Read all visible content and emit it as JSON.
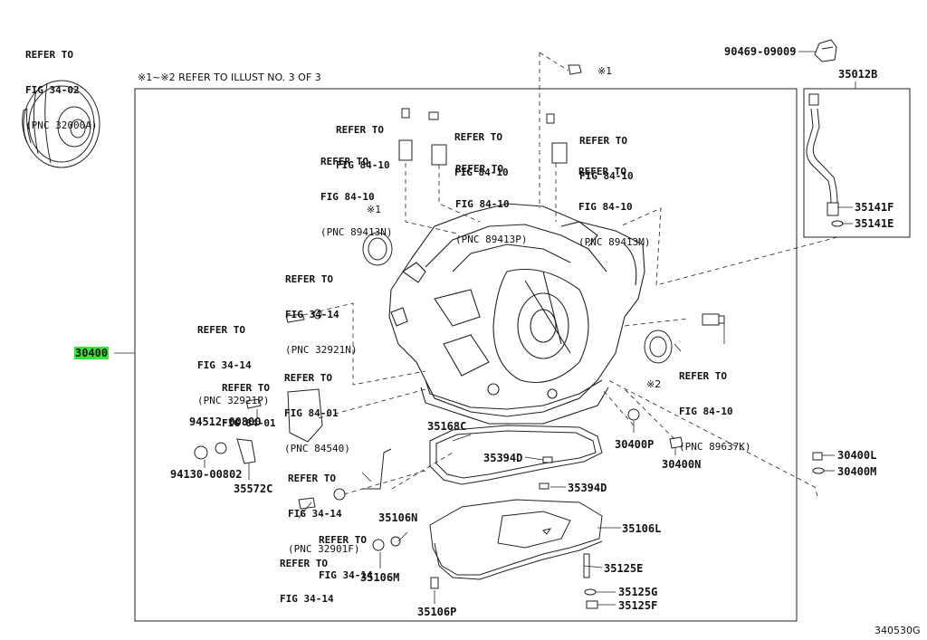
{
  "diagram_code": "340530G",
  "note": "※1~※2 REFER TO ILLUST NO. 3 OF 3",
  "refs": [
    {
      "id": "ref-fig34-02",
      "lines": [
        "REFER TO",
        "FIG 34-02"
      ],
      "pnc": "(PNC 32000A)"
    },
    {
      "id": "ref-fig84-10-a",
      "lines": [
        "REFER TO",
        "FIG 84-10"
      ],
      "pnc": ""
    },
    {
      "id": "ref-fig84-10-b",
      "lines": [
        "REFER TO",
        "FIG 84-10"
      ],
      "pnc": "(PNC 89413N)"
    },
    {
      "id": "ref-fig84-10-c",
      "lines": [
        "REFER TO",
        "FIG 84-10"
      ],
      "pnc": ""
    },
    {
      "id": "ref-fig84-10-d",
      "lines": [
        "REFER TO",
        "FIG 84-10"
      ],
      "pnc": "(PNC 89413P)"
    },
    {
      "id": "ref-fig84-10-e",
      "lines": [
        "REFER TO",
        "FIG 84-10"
      ],
      "pnc": ""
    },
    {
      "id": "ref-fig84-10-f",
      "lines": [
        "REFER TO",
        "FIG 84-10"
      ],
      "pnc": "(PNC 89413M)"
    },
    {
      "id": "ref-fig34-14-a",
      "lines": [
        "REFER TO",
        "FIG 34-14"
      ],
      "pnc": "(PNC 32921N)"
    },
    {
      "id": "ref-fig34-14-b",
      "lines": [
        "REFER TO",
        "FIG 34-14"
      ],
      "pnc": "(PNC 32921P)"
    },
    {
      "id": "ref-fig84-01-a",
      "lines": [
        "REFER TO",
        "FIG 84-01"
      ],
      "pnc": "(PNC 84540)"
    },
    {
      "id": "ref-fig84-01-b",
      "lines": [
        "REFER TO",
        "FIG 84-01"
      ],
      "pnc": ""
    },
    {
      "id": "ref-fig84-10-g",
      "lines": [
        "REFER TO",
        "FIG 84-10"
      ],
      "pnc": "(PNC 89637K)"
    },
    {
      "id": "ref-fig34-14-c",
      "lines": [
        "REFER TO",
        "FIG 34-14"
      ],
      "pnc": "(PNC 32901F)"
    },
    {
      "id": "ref-fig34-14-d",
      "lines": [
        "REFER TO",
        "FIG 34-14"
      ],
      "pnc": ""
    },
    {
      "id": "ref-fig34-14-e",
      "lines": [
        "REFER TO",
        "FIG 34-14"
      ],
      "pnc": ""
    }
  ],
  "parts": {
    "p30400": "30400",
    "p90469": "90469-09009",
    "p35012B": "35012B",
    "p35141F": "35141F",
    "p35141E": "35141E",
    "p94512": "94512-00800",
    "p94130": "94130-00802",
    "p35572C": "35572C",
    "p35168C": "35168C",
    "p35394D_a": "35394D",
    "p35394D_b": "35394D",
    "p30400P": "30400P",
    "p30400N": "30400N",
    "p30400L": "30400L",
    "p30400M": "30400M",
    "p35106N": "35106N",
    "p35106L": "35106L",
    "p35106M": "35106M",
    "p35125E": "35125E",
    "p35125G": "35125G",
    "p35125F": "35125F",
    "p35106P": "35106P"
  },
  "markers": {
    "m1_top": "※1",
    "m1_seal": "※1",
    "m2_seal": "※2"
  },
  "colors": {
    "highlight": "#36e536",
    "line": "#222222"
  }
}
